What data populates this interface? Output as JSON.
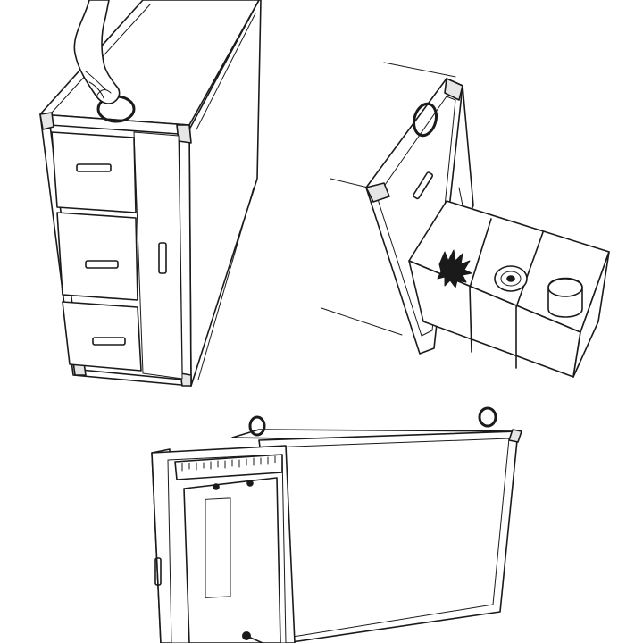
{
  "illustration": {
    "panels": [
      {
        "id": "closed-case",
        "subject": "carry-case",
        "state": "closed",
        "icon": "hand-carrying-icon"
      },
      {
        "id": "open-drawer",
        "subject": "carry-case",
        "state": "drawer-open",
        "icon": "organizer-drawer-icon"
      },
      {
        "id": "pull-out-board",
        "subject": "carry-case",
        "state": "board-pulled-out",
        "icon": "ruler-board-icon"
      }
    ],
    "palette": {
      "line": "#1a1a1a",
      "fill": "#ffffff",
      "shade": "#e6e6e6"
    }
  }
}
